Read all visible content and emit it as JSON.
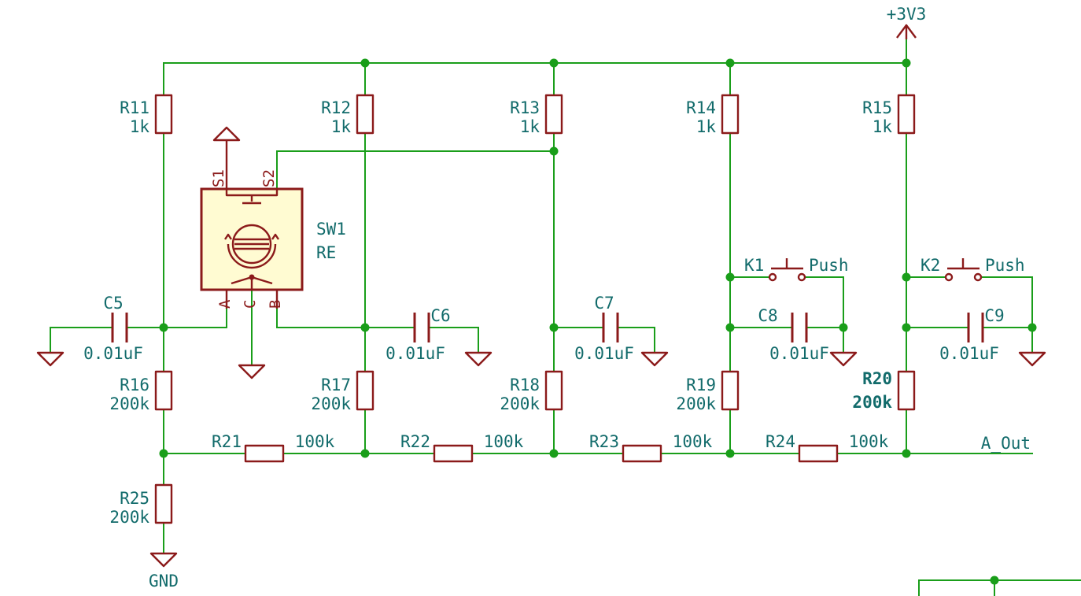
{
  "schematic": {
    "power": {
      "vcc": "+3V3",
      "gnd": "GND"
    },
    "resistors": [
      {
        "ref": "R11",
        "value": "1k"
      },
      {
        "ref": "R12",
        "value": "1k"
      },
      {
        "ref": "R13",
        "value": "1k"
      },
      {
        "ref": "R14",
        "value": "1k"
      },
      {
        "ref": "R15",
        "value": "1k"
      },
      {
        "ref": "R16",
        "value": "200k"
      },
      {
        "ref": "R17",
        "value": "200k"
      },
      {
        "ref": "R18",
        "value": "200k"
      },
      {
        "ref": "R19",
        "value": "200k"
      },
      {
        "ref": "R20",
        "value": "200k"
      },
      {
        "ref": "R21",
        "value": "100k"
      },
      {
        "ref": "R22",
        "value": "100k"
      },
      {
        "ref": "R23",
        "value": "100k"
      },
      {
        "ref": "R24",
        "value": "100k"
      },
      {
        "ref": "R25",
        "value": "200k"
      }
    ],
    "capacitors": [
      {
        "ref": "C5",
        "value": "0.01uF"
      },
      {
        "ref": "C6",
        "value": "0.01uF"
      },
      {
        "ref": "C7",
        "value": "0.01uF"
      },
      {
        "ref": "C8",
        "value": "0.01uF"
      },
      {
        "ref": "C9",
        "value": "0.01uF"
      }
    ],
    "switches": [
      {
        "ref": "K1",
        "value": "Push"
      },
      {
        "ref": "K2",
        "value": "Push"
      }
    ],
    "encoder": {
      "ref": "SW1",
      "value": "RE",
      "pins": {
        "s1": "S1",
        "s2": "S2",
        "a": "A",
        "c": "C",
        "b": "B"
      }
    },
    "net_label": "A_Out"
  }
}
